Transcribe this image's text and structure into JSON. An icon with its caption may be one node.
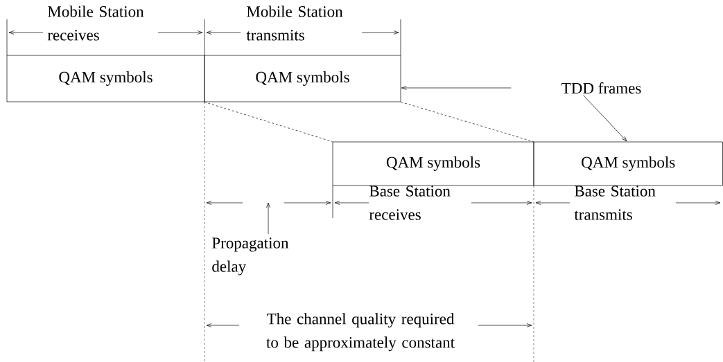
{
  "diagram": {
    "nodes": [
      {
        "text": [
          "QAM symbols"
        ]
      },
      {
        "text": [
          "QAM symbols"
        ]
      },
      {
        "text": [
          "QAM symbols"
        ]
      },
      {
        "text": [
          "QAM symbols"
        ]
      },
      {
        "text": [
          "TDD frames"
        ]
      }
    ],
    "edges": [
      {
        "from": 1,
        "to": 2,
        "arrow": "none",
        "style": "dashed"
      },
      {
        "from": 1,
        "to": 3,
        "arrow": "none",
        "style": "dashed"
      },
      {
        "from": 4,
        "to": 1,
        "arrow": "to"
      },
      {
        "from": 4,
        "to": 3,
        "arrow": "to"
      }
    ],
    "labels": [
      "Mobile Station receives",
      "Mobile Station transmits",
      "Base Station receives",
      "Base Station transmits",
      "Propagation delay",
      "The channel quality required to be approximately constant"
    ]
  }
}
